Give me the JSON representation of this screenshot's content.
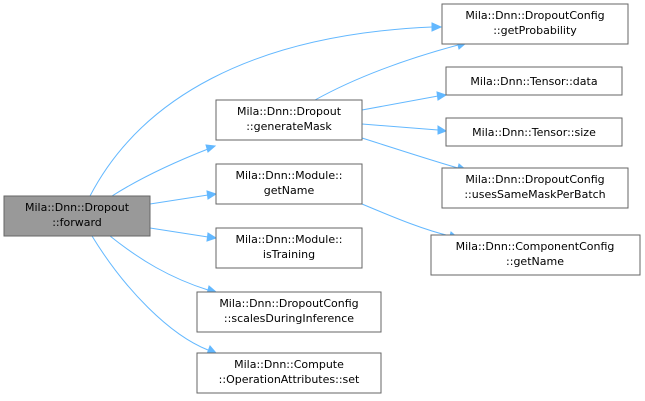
{
  "graph": {
    "nodes": {
      "forward": [
        "Mila::Dnn::Dropout",
        "::forward"
      ],
      "generateMask": [
        "Mila::Dnn::Dropout",
        "::generateMask"
      ],
      "moduleGetName": [
        "Mila::Dnn::Module::",
        "getName"
      ],
      "isTraining": [
        "Mila::Dnn::Module::",
        "isTraining"
      ],
      "scalesDuringInference": [
        "Mila::Dnn::DropoutConfig",
        "::scalesDuringInference"
      ],
      "opAttrSet": [
        "Mila::Dnn::Compute",
        "::OperationAttributes::set"
      ],
      "getProbability": [
        "Mila::Dnn::DropoutConfig",
        "::getProbability"
      ],
      "tensorData": [
        "Mila::Dnn::Tensor::data"
      ],
      "tensorSize": [
        "Mila::Dnn::Tensor::size"
      ],
      "usesSameMask": [
        "Mila::Dnn::DropoutConfig",
        "::usesSameMaskPerBatch"
      ],
      "componentGetName": [
        "Mila::Dnn::ComponentConfig",
        "::getName"
      ]
    }
  }
}
